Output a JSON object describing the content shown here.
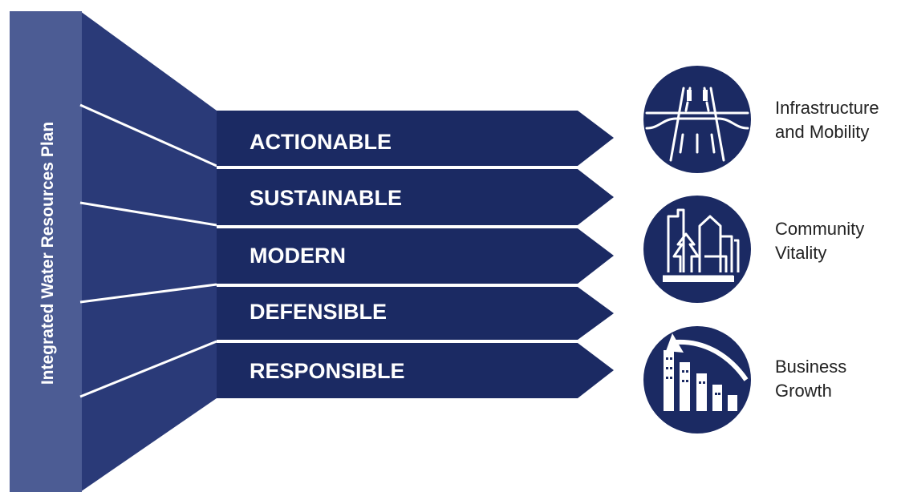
{
  "title": "Integrated Water Resources Plan",
  "principles": [
    {
      "label": "ACTIONABLE"
    },
    {
      "label": "SUSTAINABLE"
    },
    {
      "label": "MODERN"
    },
    {
      "label": "DEFENSIBLE"
    },
    {
      "label": "RESPONSIBLE"
    }
  ],
  "outcomes": [
    {
      "line1": "Infrastructure",
      "line2": "and Mobility",
      "icon": "highway-icon"
    },
    {
      "line1": "Community",
      "line2": "Vitality",
      "icon": "city-skyline-icon"
    },
    {
      "line1": "Business",
      "line2": "Growth",
      "icon": "growth-chart-icon"
    }
  ],
  "colors": {
    "navy": "#1b2a63",
    "light_navy": "#2a3a78",
    "side_bar": "#4c5c94",
    "white": "#ffffff",
    "text": "#222222"
  }
}
